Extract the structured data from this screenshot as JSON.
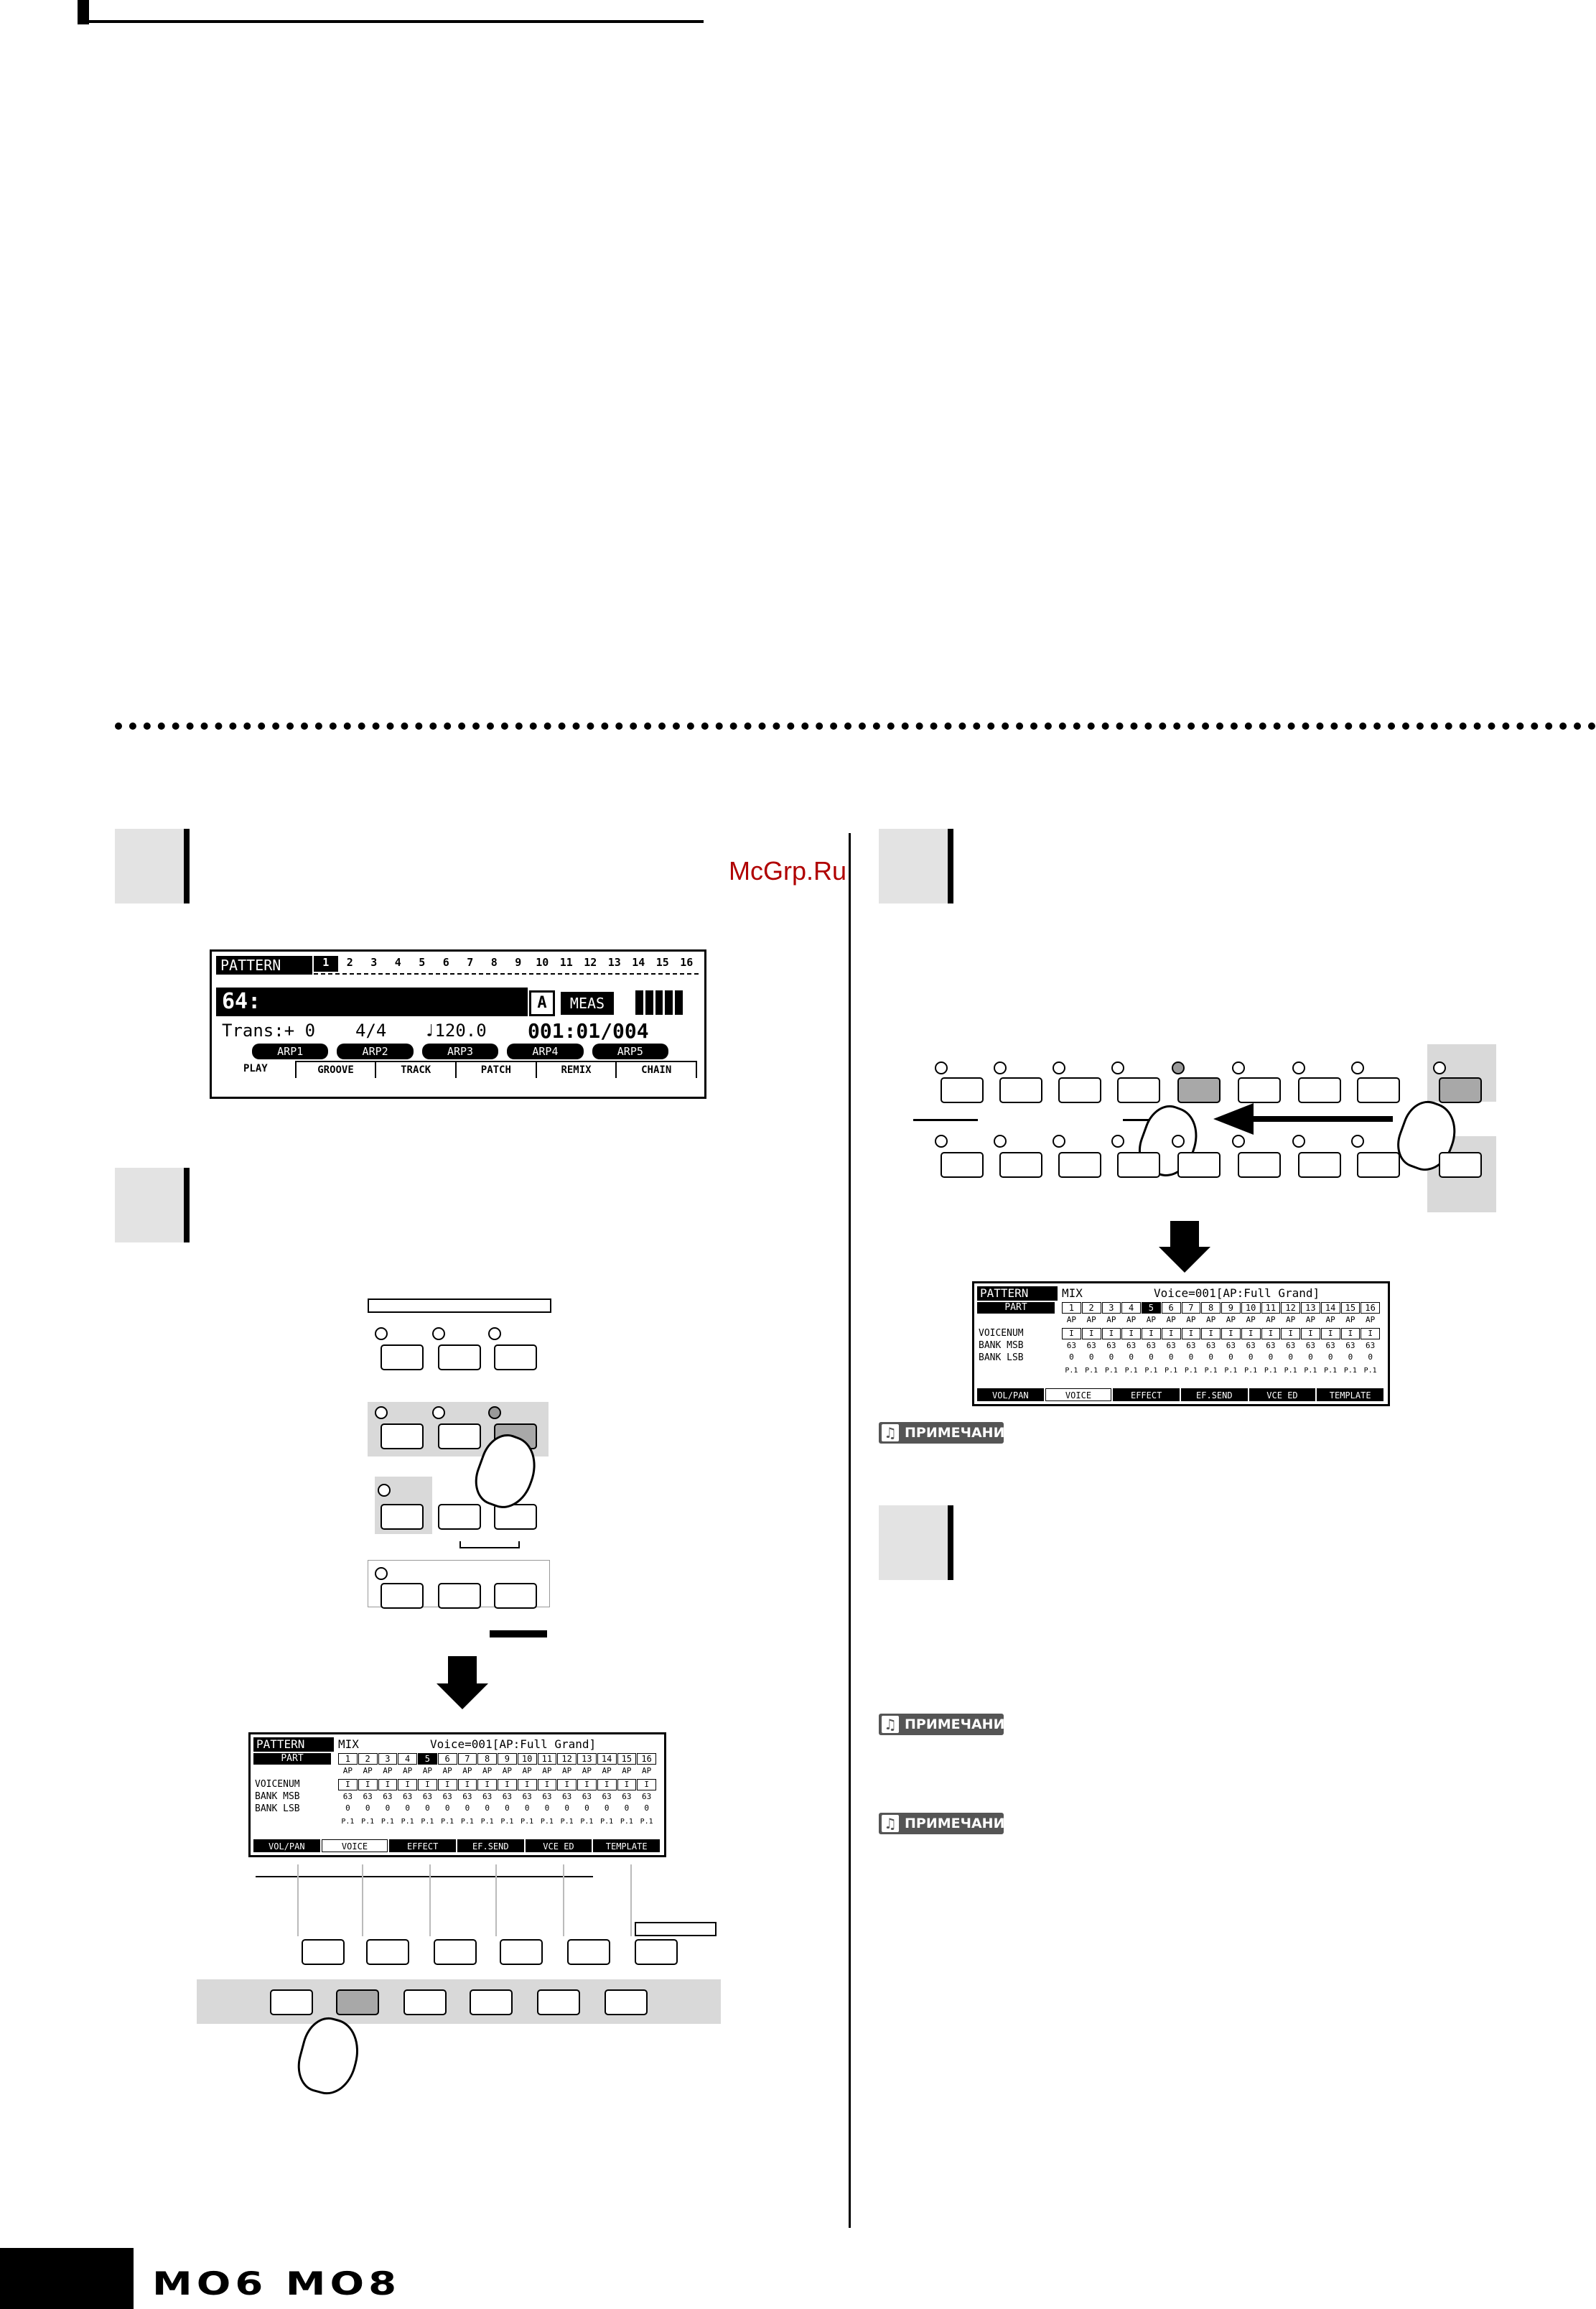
{
  "watermark": "McGrp.Ru",
  "brand": "MO6 MO8",
  "notes": {
    "label": "ПРИМЕЧАНИЕ"
  },
  "lcd_pattern": {
    "title": "PATTERN",
    "tracks": [
      "1",
      "2",
      "3",
      "4",
      "5",
      "6",
      "7",
      "8",
      "9",
      "10",
      "11",
      "12",
      "13",
      "14",
      "15",
      "16"
    ],
    "name": "64:",
    "badge": "A",
    "meas": "MEAS",
    "trans": "Trans:+ 0",
    "time_sig": "4/4",
    "tempo": "♩120.0",
    "position": "001:01/004",
    "arps": [
      "ARP1",
      "ARP2",
      "ARP3",
      "ARP4",
      "ARP5"
    ],
    "tabs": [
      "PLAY",
      "GROOVE",
      "TRACK",
      "PATCH",
      "REMIX",
      "CHAIN"
    ]
  },
  "lcd_mix": {
    "title": "PATTERN",
    "mode": "MIX",
    "voice": "Voice=001[AP:Full Grand]",
    "part_label": "PART",
    "parts": [
      "1",
      "2",
      "3",
      "4",
      "5",
      "6",
      "7",
      "8",
      "9",
      "10",
      "11",
      "12",
      "13",
      "14",
      "15",
      "16"
    ],
    "category": "AP",
    "rows": [
      "VOICENUM",
      "BANK MSB",
      "BANK LSB"
    ],
    "msb_value": "63",
    "lsb_value": "0",
    "footer_value": "P.1",
    "tabs": [
      "VOL/PAN",
      "VOICE",
      "EFFECT",
      "EF.SEND",
      "VCE ED",
      "TEMPLATE"
    ]
  }
}
